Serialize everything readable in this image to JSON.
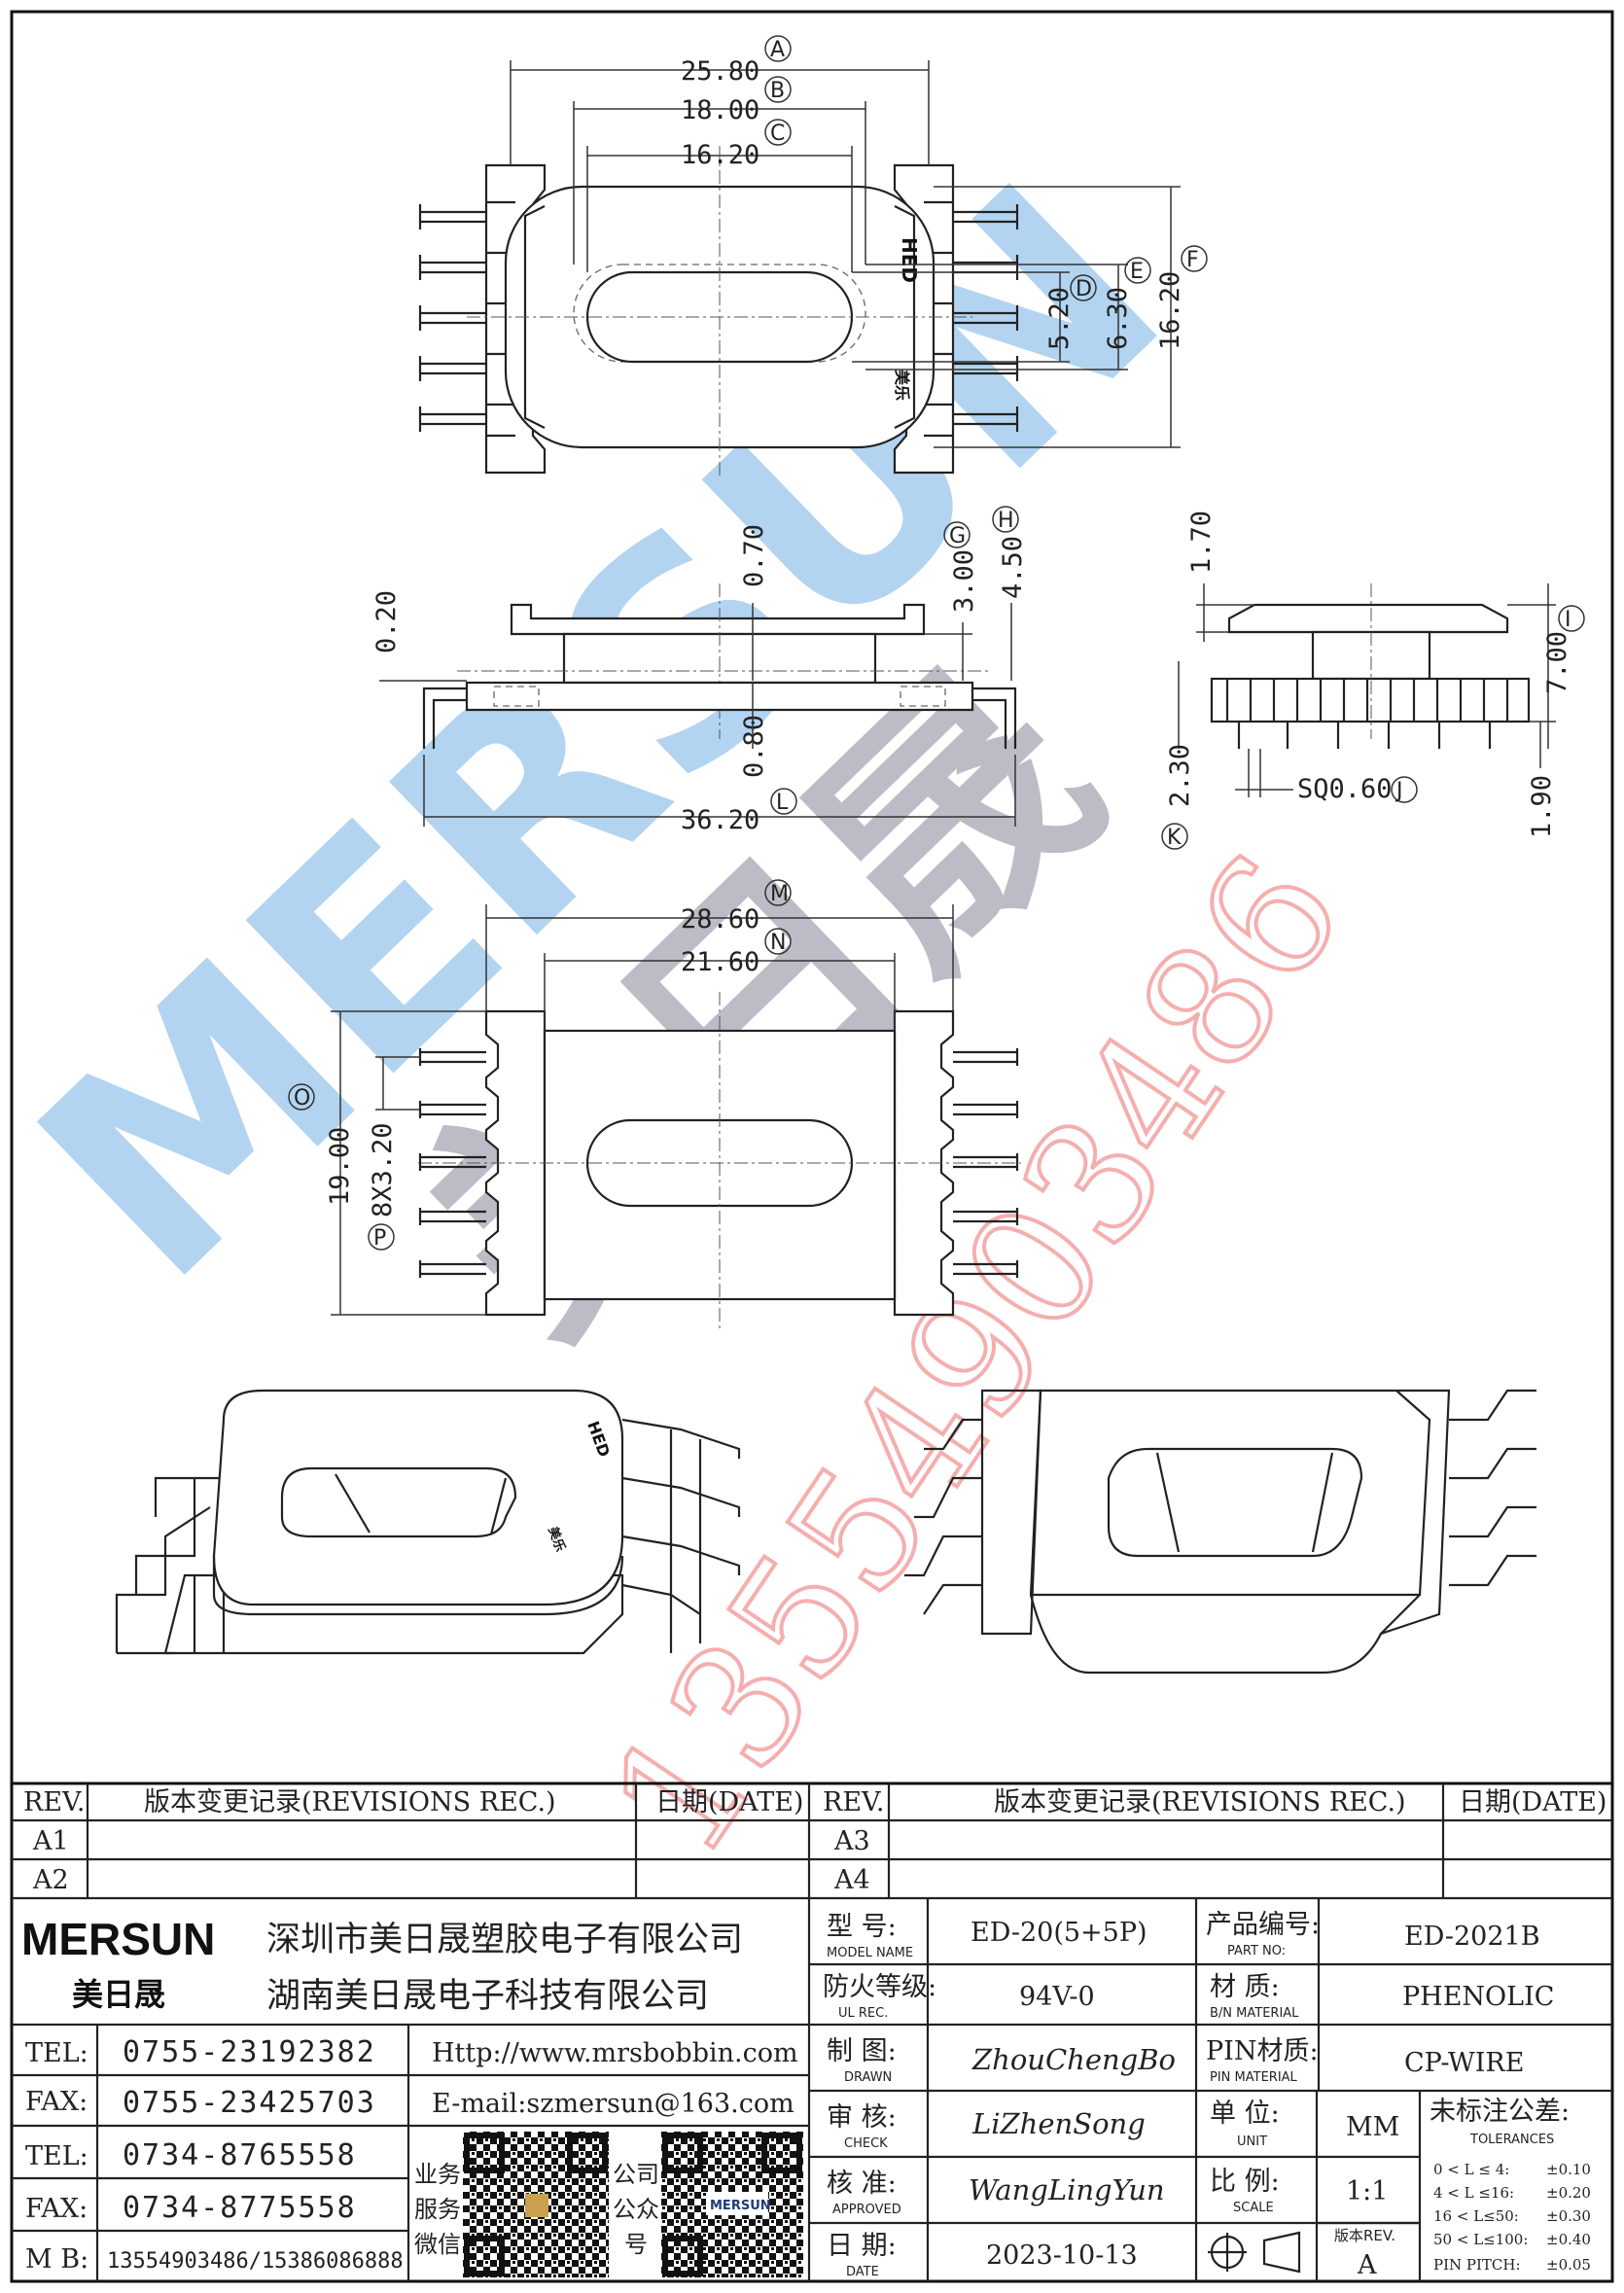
{
  "dimensions": {
    "top_view": {
      "A": {
        "letter": "A",
        "value": "25.80"
      },
      "B": {
        "letter": "B",
        "value": "18.00"
      },
      "C": {
        "letter": "C",
        "value": "16.20"
      },
      "D": {
        "letter": "D",
        "value": "5.20"
      },
      "E": {
        "letter": "E",
        "value": "6.30"
      },
      "F": {
        "letter": "F",
        "value": "16.20"
      }
    },
    "side_view": {
      "top_thickness": "0.20",
      "G": {
        "letter": "G",
        "value": "3.00"
      },
      "H": {
        "letter": "H",
        "value": "4.50"
      },
      "upper": "0.70",
      "lower": "0.80",
      "L": {
        "letter": "L",
        "value": "36.20"
      }
    },
    "end_view": {
      "top": "1.70",
      "I": {
        "letter": "I",
        "value": "7.00"
      },
      "J": {
        "letter": "J",
        "value": "SQ0.60"
      },
      "K": {
        "letter": "K",
        "value": "2.30"
      },
      "bottom": "1.90"
    },
    "bottom_view": {
      "M": {
        "letter": "M",
        "value": "28.60"
      },
      "N": {
        "letter": "N",
        "value": "21.60"
      },
      "O": {
        "letter": "O",
        "value": "19.00"
      },
      "P": {
        "letter": "P",
        "value": "8X3.20"
      }
    }
  },
  "part_marks": {
    "brand_code": "HED",
    "text_mark": "美乐"
  },
  "watermark": {
    "brand": "MERSUN",
    "chinese": "美日晟",
    "phone": "13554903486",
    "colors": {
      "blue": "#5aa3e0",
      "gray": "#6d6f86",
      "red": "#f08080"
    }
  },
  "title_block": {
    "rev_table_left": {
      "header": {
        "rev": "REV.",
        "record": "版本变更记录(REVISIONS REC.)",
        "date": "日期(DATE)"
      },
      "rows": [
        {
          "rev": "A1",
          "record": "",
          "date": ""
        },
        {
          "rev": "A2",
          "record": "",
          "date": ""
        }
      ]
    },
    "rev_table_right": {
      "header": {
        "rev": "REV.",
        "record": "版本变更记录(REVISIONS REC.)",
        "date": "日期(DATE)"
      },
      "rows": [
        {
          "rev": "A3",
          "record": "",
          "date": ""
        },
        {
          "rev": "A4",
          "record": "",
          "date": ""
        }
      ]
    },
    "logo": {
      "text": "MERSUN",
      "subtitle": "美日晟"
    },
    "company_names": [
      "深圳市美日晟塑胶电子有限公司",
      "湖南美日晟电子科技有限公司"
    ],
    "contacts": [
      {
        "label": "TEL:",
        "value": "0755-23192382"
      },
      {
        "label": "FAX:",
        "value": "0755-23425703"
      },
      {
        "label": "TEL:",
        "value": "0734-8765558"
      },
      {
        "label": "FAX:",
        "value": "0734-8775558"
      },
      {
        "label": "M B:",
        "value": "13554903486/15386086888"
      }
    ],
    "web": "Http://www.mrsbobbin.com",
    "email": "E-mail:szmersun@163.com",
    "qr_labels": {
      "service": [
        "业务",
        "服务",
        "微信"
      ],
      "official": [
        "公司",
        "公众",
        "号"
      ],
      "qr_brand": "MERSUN"
    },
    "fields": {
      "model": {
        "cn": "型  号:",
        "en": "MODEL NAME",
        "value": "ED-20(5+5P)"
      },
      "ul_rec": {
        "cn": "防火等级:",
        "en": "UL REC.",
        "value": "94V-0"
      },
      "drawn": {
        "cn": "制  图:",
        "en": "DRAWN",
        "value": "ZhouChengBo"
      },
      "check": {
        "cn": "审  核:",
        "en": "CHECK",
        "value": "LiZhenSong"
      },
      "approved": {
        "cn": "核  准:",
        "en": "APPROVED",
        "value": "WangLingYun"
      },
      "date": {
        "cn": "日  期:",
        "en": "DATE",
        "value": "2023-10-13"
      },
      "part_no": {
        "cn": "产品编号:",
        "en": "PART NO:",
        "value": "ED-2021B"
      },
      "bn_material": {
        "cn": "材  质:",
        "en": "B/N MATERIAL",
        "value": "PHENOLIC"
      },
      "pin_material": {
        "cn": "PIN材质:",
        "en": "PIN MATERIAL",
        "value": "CP-WIRE"
      },
      "unit": {
        "cn": "单  位:",
        "en": "UNIT",
        "value": "MM"
      },
      "scale": {
        "cn": "比  例:",
        "en": "SCALE",
        "value": "1:1"
      },
      "version": {
        "label": "版本REV.",
        "value": "A"
      }
    },
    "tolerances": {
      "title": "未标注公差:",
      "en": "TOLERANCES",
      "rows": [
        {
          "range": "0 < L ≤  4:",
          "tol": "±0.10"
        },
        {
          "range": "4 < L ≤16:",
          "tol": "±0.20"
        },
        {
          "range": "16 < L≤50:",
          "tol": "±0.30"
        },
        {
          "range": "50 < L≤100:",
          "tol": "±0.40"
        },
        {
          "range": "PIN PITCH:",
          "tol": "±0.05"
        }
      ]
    }
  }
}
